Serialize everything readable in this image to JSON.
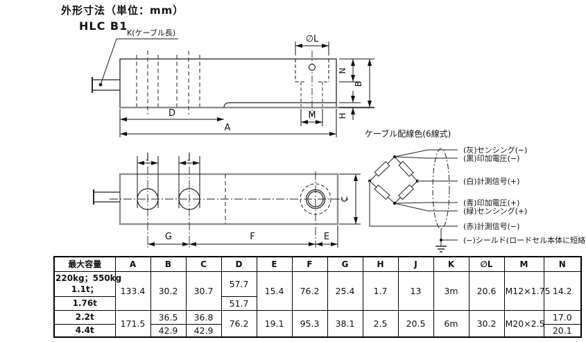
{
  "header": {
    "title": "外形寸法（単位：mm）",
    "model": "HLC B1",
    "cable_length_label": "K(ケーブル長)"
  },
  "side_view": {
    "labels": {
      "dia_l": "∅L",
      "n": "N",
      "b": "B",
      "h": "H",
      "m": "M",
      "d": "D",
      "a": "A"
    }
  },
  "top_view": {
    "labels": {
      "j": "J",
      "c": "C",
      "g": "G",
      "f": "F",
      "e": "E"
    }
  },
  "wiring": {
    "title": "ケーブル配線色(6線式)",
    "wires": [
      {
        "label": "(灰)センシング(−)"
      },
      {
        "label": "(黒)印加電圧(−)"
      },
      {
        "label": "(白)計測信号(+)"
      },
      {
        "label": "(青)印加電圧(+)"
      },
      {
        "label": "(緑)センシング(+)"
      },
      {
        "label": "(赤)計測信号(−)"
      },
      {
        "label": "(−)シールド(ロードセル本体に短絡)"
      }
    ]
  },
  "table": {
    "headers": [
      "最大容量",
      "A",
      "B",
      "C",
      "D",
      "E",
      "F",
      "G",
      "H",
      "J",
      "K",
      "∅L",
      "M",
      "N"
    ],
    "group1": {
      "cap1a": "220kg；550kg",
      "cap1b": "1.1t；",
      "cap2": "1.76t",
      "a": "133.4",
      "b": "30.2",
      "c": "30.7",
      "d1": "57.7",
      "d2": "51.7",
      "e": "15.4",
      "f": "76.2",
      "g": "25.4",
      "h": "1.7",
      "j": "13",
      "k": "3m",
      "dia_l": "20.6",
      "m": "M12×1.75",
      "n": "14.2"
    },
    "group2": {
      "cap1": "2.2t",
      "cap2": "4.4t",
      "a": "171.5",
      "b1": "36.5",
      "b2": "42.9",
      "c1": "36.8",
      "c2": "42.9",
      "d": "76.2",
      "e": "19.1",
      "f": "95.3",
      "g": "38.1",
      "h": "2.5",
      "j": "20.5",
      "k": "6m",
      "dia_l": "30.2",
      "m": "M20×2.5",
      "n1": "17.0",
      "n2": "20.1"
    }
  }
}
